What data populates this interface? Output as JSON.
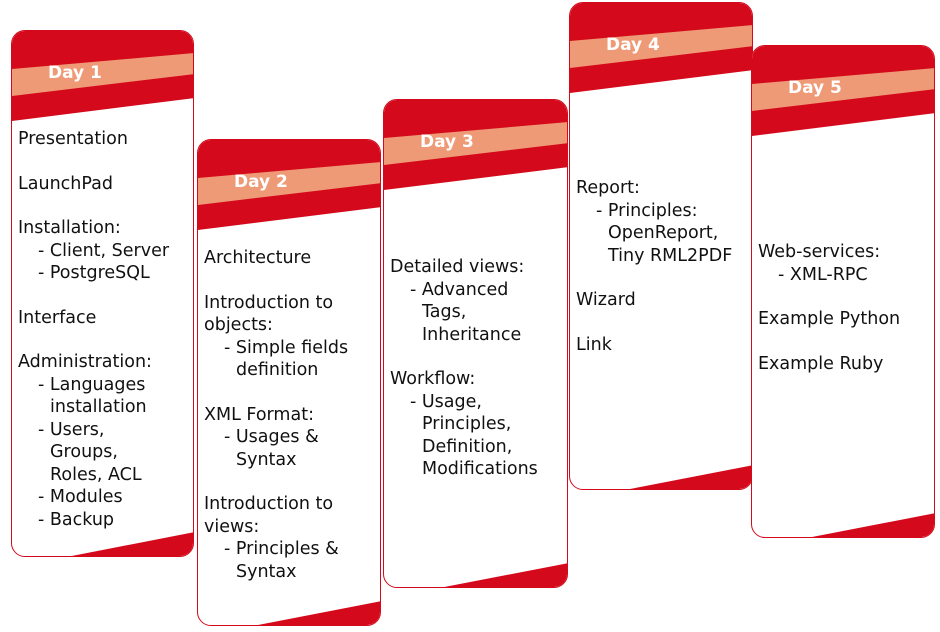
{
  "colors": {
    "red": "#d40a1c",
    "salmon": "#ef9a76"
  },
  "cards": [
    {
      "day": "Day 1",
      "sections": [
        [
          {
            "t": "Presentation",
            "i": 0
          }
        ],
        [
          {
            "t": "LaunchPad",
            "i": 0
          }
        ],
        [
          {
            "t": "Installation:",
            "i": 0
          },
          {
            "t": "- Client, Server",
            "i": 1
          },
          {
            "t": "- PostgreSQL",
            "i": 1
          }
        ],
        [
          {
            "t": "Interface",
            "i": 0
          }
        ],
        [
          {
            "t": "Administration:",
            "i": 0
          },
          {
            "t": "- Languages",
            "i": 1
          },
          {
            "t": "installation",
            "i": 2
          },
          {
            "t": "- Users,",
            "i": 1
          },
          {
            "t": "Groups,",
            "i": 2
          },
          {
            "t": "Roles, ACL",
            "i": 2
          },
          {
            "t": "- Modules",
            "i": 1
          },
          {
            "t": "- Backup",
            "i": 1
          }
        ]
      ]
    },
    {
      "day": "Day 2",
      "sections": [
        [
          {
            "t": "Architecture",
            "i": 0
          }
        ],
        [
          {
            "t": "Introduction to",
            "i": 0
          },
          {
            "t": "objects:",
            "i": 0
          },
          {
            "t": "- Simple fields",
            "i": 1
          },
          {
            "t": "definition",
            "i": 2
          }
        ],
        [
          {
            "t": "XML Format:",
            "i": 0
          },
          {
            "t": "- Usages &",
            "i": 1
          },
          {
            "t": "Syntax",
            "i": 2
          }
        ],
        [
          {
            "t": "Introduction to",
            "i": 0
          },
          {
            "t": "views:",
            "i": 0
          },
          {
            "t": "- Principles &",
            "i": 1
          },
          {
            "t": "Syntax",
            "i": 2
          }
        ]
      ]
    },
    {
      "day": "Day 3",
      "sections": [
        [
          {
            "t": "Detailed views:",
            "i": 0
          },
          {
            "t": "- Advanced",
            "i": 1
          },
          {
            "t": "Tags,",
            "i": 2
          },
          {
            "t": "Inheritance",
            "i": 2
          }
        ],
        [
          {
            "t": "Workflow:",
            "i": 0
          },
          {
            "t": "- Usage,",
            "i": 1
          },
          {
            "t": "Principles,",
            "i": 2
          },
          {
            "t": "Definition,",
            "i": 2
          },
          {
            "t": "Modifications",
            "i": 2
          }
        ]
      ]
    },
    {
      "day": "Day 4",
      "sections": [
        [
          {
            "t": "Report:",
            "i": 0
          },
          {
            "t": "- Principles:",
            "i": 1
          },
          {
            "t": "OpenReport,",
            "i": 2
          },
          {
            "t": "Tiny RML2PDF",
            "i": 2
          }
        ],
        [
          {
            "t": "Wizard",
            "i": 0
          }
        ],
        [
          {
            "t": "Link",
            "i": 0
          }
        ]
      ]
    },
    {
      "day": "Day 5",
      "sections": [
        [
          {
            "t": "Web-services:",
            "i": 0
          },
          {
            "t": "-  XML-RPC",
            "i": 1
          }
        ],
        [
          {
            "t": "Example Python",
            "i": 0
          }
        ],
        [
          {
            "t": "Example Ruby",
            "i": 0
          }
        ]
      ]
    }
  ]
}
